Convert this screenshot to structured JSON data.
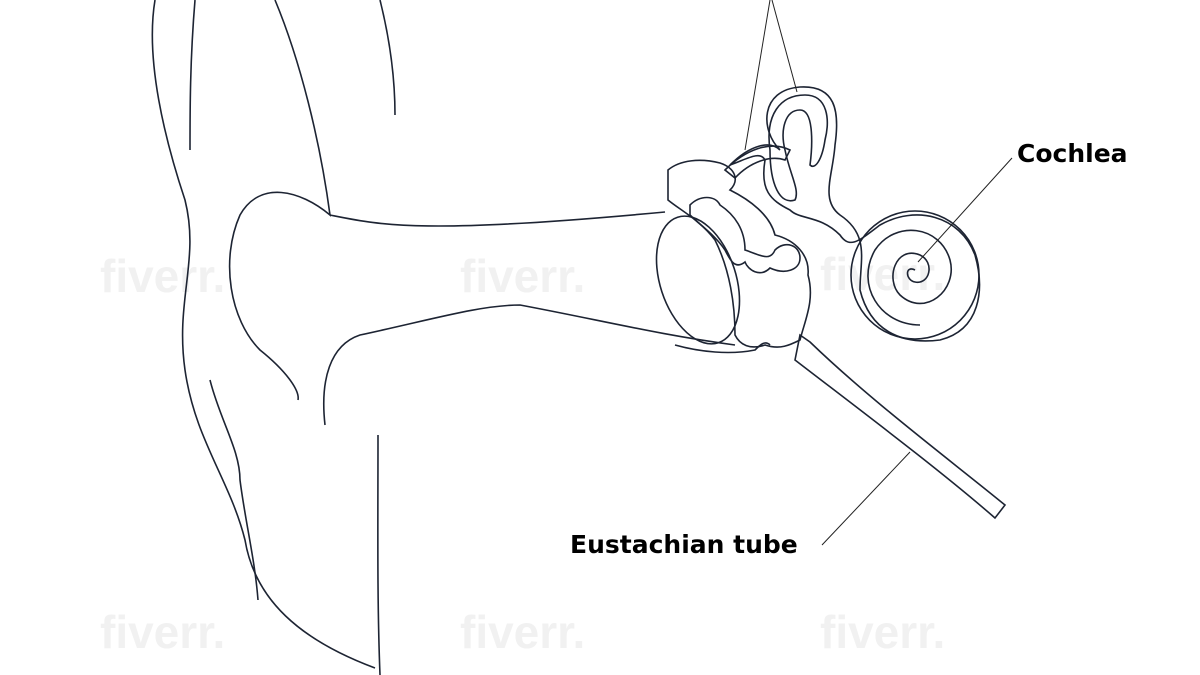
{
  "labels": {
    "cochlea": "Cochlea",
    "eustachian_tube": "Eustachian tube"
  },
  "watermark": "fiverr.",
  "colors": {
    "outline": "#1d2433",
    "middle_ear": "#d9687a",
    "eardrum": "#a9a3c9",
    "inner_ear": "#e3d3cc",
    "ossicles": "#f1eedd"
  }
}
